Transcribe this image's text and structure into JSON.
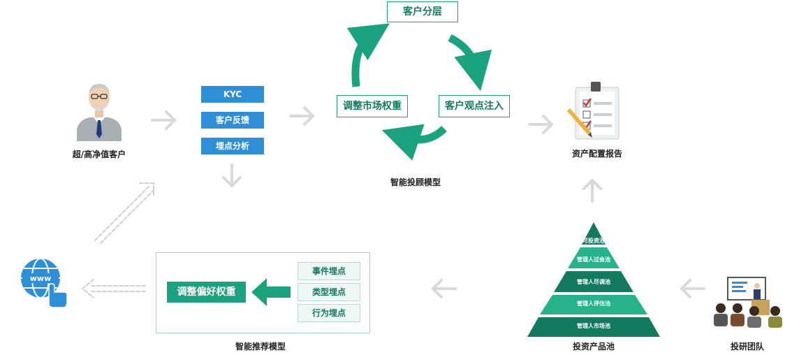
{
  "client": {
    "label": "超/高净值客户"
  },
  "data_steps": [
    "KYC",
    "客户反馈",
    "埋点分析"
  ],
  "advisor_model": {
    "label": "智能投顾模型",
    "segmentation": "客户分层",
    "client_view": "客户观点注入",
    "market_weight": "调整市场权重"
  },
  "report": {
    "label": "资产配置报告"
  },
  "recommend_model": {
    "label": "智能推荐模型",
    "adjust": "调整偏好权重",
    "tags": [
      "事件埋点",
      "类型埋点",
      "行为埋点"
    ]
  },
  "product_pool": {
    "label": "投资产品池",
    "levels": [
      "可投资池",
      "管理人过会池",
      "管理人尽调池",
      "管理人评估池",
      "管理人市场池"
    ]
  },
  "research_team": {
    "label": "投研团队"
  },
  "web_icon_text": "www",
  "colors": {
    "blue": "#2e8fd6",
    "green": "#1aa37e",
    "arrow_gray": "#d9d9d9",
    "pyramid_dark": "#137a5f",
    "pyramid_light": "#26b38a"
  }
}
